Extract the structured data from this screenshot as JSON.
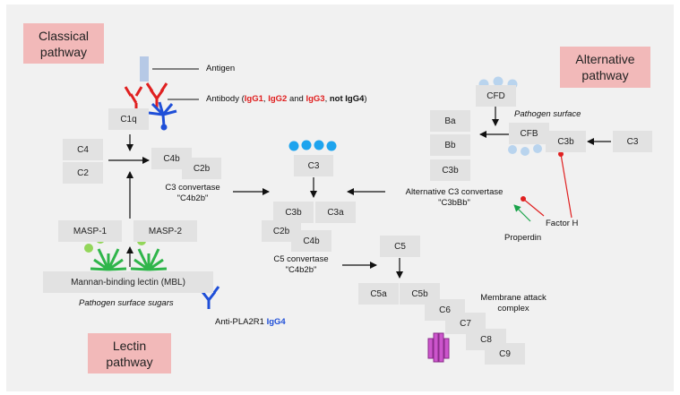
{
  "pathways": {
    "classical": "Classical\npathway",
    "alternative": "Alternative\npathway",
    "lectin": "Lectin\npathway"
  },
  "classical": {
    "antigen": "Antigen",
    "antibody_prefix": "Antibody (",
    "igg1": "IgG1",
    "sep1": ", ",
    "igg2": "IgG2",
    "and": " and ",
    "igg3": "IgG3",
    "sep2": ", ",
    "not_igg4": "not IgG4",
    "close": ")",
    "c1q": "C1q",
    "c4": "C4",
    "c2": "C2",
    "c4b": "C4b",
    "c2b": "C2b",
    "c3_convertase": "C3 convertase\n\"C4b2b\""
  },
  "center": {
    "c3": "C3",
    "c3b": "C3b",
    "c3a": "C3a",
    "c2b": "C2b",
    "c4b": "C4b",
    "c5_convertase": "C5 convertase\n\"C4b2b\"",
    "c5": "C5",
    "c5a": "C5a",
    "c5b": "C5b",
    "c6": "C6",
    "c7": "C7",
    "c8": "C8",
    "c9": "C9",
    "mac": "Membrane attack\ncomplex"
  },
  "alternative": {
    "cfd": "CFD",
    "pathogen_surface": "Pathogen surface",
    "ba": "Ba",
    "bb": "Bb",
    "c3b_small": "C3b",
    "cfb": "CFB",
    "c3b": "C3b",
    "c3": "C3",
    "alt_convertase": "Alternative C3 convertase\n\"C3bBb\"",
    "factor_h": "Factor H",
    "properdin": "Properdin"
  },
  "lectin": {
    "masp1": "MASP-1",
    "masp2": "MASP-2",
    "mbl": "Mannan-binding lectin (MBL)",
    "sugars": "Pathogen surface sugars",
    "anti_pla2r1": "Anti-PLA2R1 ",
    "igg4": "IgG4"
  },
  "colors": {
    "pathway_box": "#f2b9b9",
    "component_box": "#e2e2e2",
    "panel": "#f1f1f1",
    "igg_red": "#e02020",
    "igg4_blue": "#1f4fd8",
    "c3_dots": "#1ea4ee",
    "cfd_dots": "#b9d4ee",
    "mbl_green": "#2fb54a",
    "masp_dots": "#93d65a",
    "mac_magenta": "#cc55cc",
    "factor_h_red": "#e02020",
    "properdin_green": "#1aa34a"
  }
}
